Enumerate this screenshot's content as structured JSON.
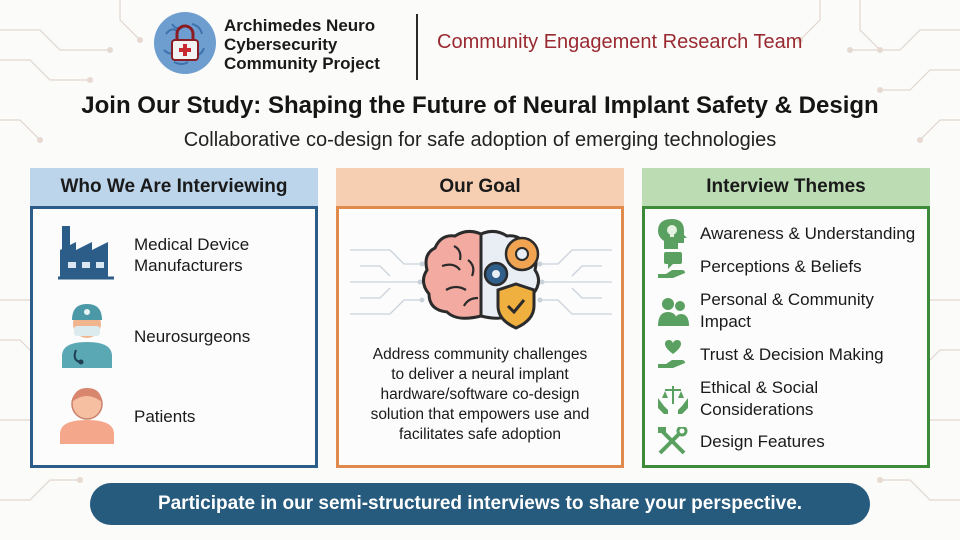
{
  "header": {
    "org_name_lines": [
      "Archimedes Neuro",
      "Cybersecurity",
      "Community Project"
    ],
    "team_name": "Community Engagement Research Team",
    "logo_icon": "brain-lock-icon"
  },
  "title": "Join Our Study: Shaping the Future of Neural Implant Safety & Design",
  "subtitle": "Collaborative co-design for safe adoption of emerging technologies",
  "columns": {
    "who": {
      "heading": "Who We Are Interviewing",
      "items": [
        {
          "label_lines": [
            "Medical Device",
            "Manufacturers"
          ],
          "icon": "factory-icon"
        },
        {
          "label_lines": [
            "Neurosurgeons"
          ],
          "icon": "surgeon-icon"
        },
        {
          "label_lines": [
            "Patients"
          ],
          "icon": "patient-icon"
        }
      ]
    },
    "goal": {
      "heading": "Our Goal",
      "icon": "brain-gear-shield-icon",
      "text_lines": [
        "Address community challenges",
        "to deliver a neural implant",
        "hardware/software co-design",
        "solution that empowers use and",
        "facilitates safe adoption"
      ]
    },
    "themes": {
      "heading": "Interview Themes",
      "items": [
        {
          "label_lines": [
            "Awareness & Understanding"
          ],
          "icon": "head-bulb-icon"
        },
        {
          "label_lines": [
            "Perceptions & Beliefs"
          ],
          "icon": "hand-speech-icon"
        },
        {
          "label_lines": [
            "Personal & Community",
            "Impact"
          ],
          "icon": "people-icon"
        },
        {
          "label_lines": [
            "Trust & Decision Making"
          ],
          "icon": "hand-heart-icon"
        },
        {
          "label_lines": [
            "Ethical & Social",
            "Considerations"
          ],
          "icon": "scales-hands-icon"
        },
        {
          "label_lines": [
            "Design Features"
          ],
          "icon": "tools-icon"
        }
      ]
    }
  },
  "cta": "Participate in our semi-structured interviews to share your perspective.",
  "colors": {
    "team_red": "#9a2a32",
    "who_blue": "#2c5c88",
    "goal_orange": "#e08a4c",
    "themes_green": "#3d8a3a",
    "cta_blue": "#265b7e"
  }
}
